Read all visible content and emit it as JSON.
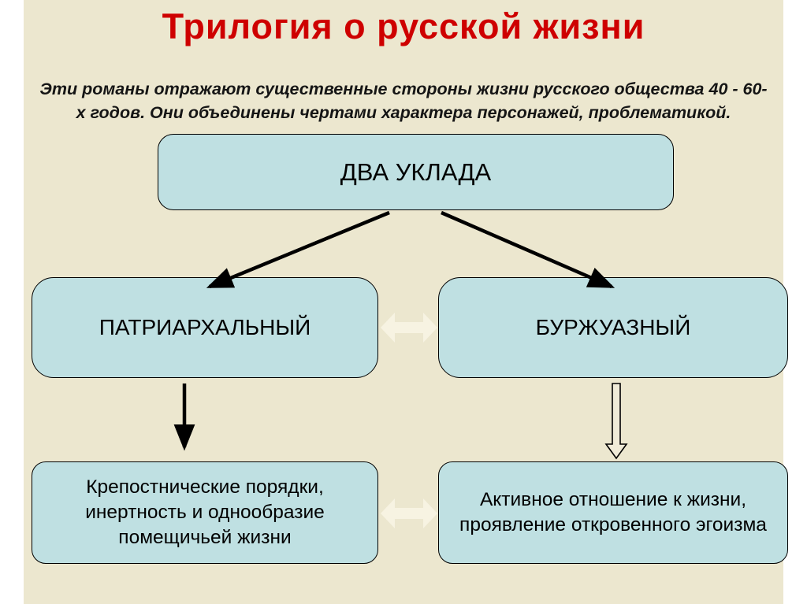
{
  "slide": {
    "title": "Трилогия о русской жизни",
    "subtitle": "Эти романы отражают существенные стороны жизни русского общества 40 - 60-х годов. Они объединены чертами характера персонажей, проблематикой.",
    "top_box": "ДВА УКЛАДА",
    "left_box": "ПАТРИАРХАЛЬНЫЙ",
    "right_box": "БУРЖУАЗНЫЙ",
    "left_bottom_box": "Крепостнические порядки, инертность и однообразие помещичьей жизни",
    "right_bottom_box": "Активное отношение к жизни, проявление откровенного эгоизма",
    "colors": {
      "slide_background": "#ECE7CF",
      "page_margin": "#FFFFFF",
      "title_red": "#CE0000",
      "box_fill": "#BFE0E2",
      "box_border": "#000000",
      "double_arrow_fill": "#F7F3E2",
      "connector_black": "#000000"
    }
  }
}
